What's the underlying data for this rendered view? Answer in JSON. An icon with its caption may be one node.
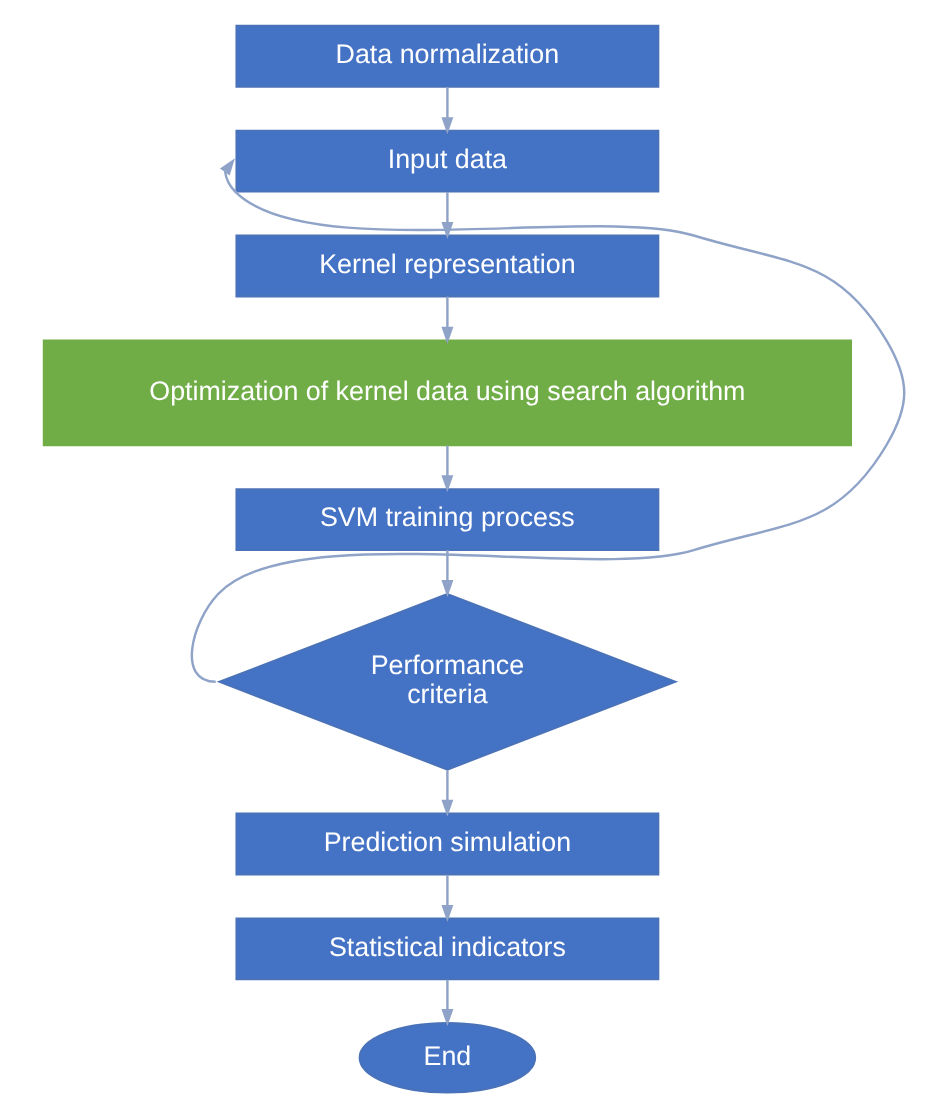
{
  "diagram": {
    "nodes": [
      {
        "text": [
          "Data normalization"
        ]
      },
      {
        "text": [
          "Input data"
        ]
      },
      {
        "text": [
          "Kernel representation"
        ]
      },
      {
        "text": [
          "Optimization of kernel data using search algorithm"
        ]
      },
      {
        "text": [
          "SVM training process"
        ]
      },
      {
        "text": [
          "Performance criteria"
        ]
      },
      {
        "text": [
          "Prediction simulation"
        ]
      },
      {
        "text": [
          "Statistical indicators"
        ]
      },
      {
        "text": [
          "End"
        ]
      }
    ],
    "edges": [
      {
        "from": 0,
        "to": 1,
        "arrow": "to"
      },
      {
        "from": 1,
        "to": 2,
        "arrow": "to"
      },
      {
        "from": 2,
        "to": 3,
        "arrow": "to"
      },
      {
        "from": 3,
        "to": 4,
        "arrow": "to"
      },
      {
        "from": 4,
        "to": 5,
        "arrow": "to"
      },
      {
        "from": 5,
        "to": 1,
        "arrow": "to"
      },
      {
        "from": 5,
        "to": 6,
        "arrow": "to"
      },
      {
        "from": 6,
        "to": 7,
        "arrow": "to"
      },
      {
        "from": 7,
        "to": 8,
        "arrow": "to"
      }
    ]
  }
}
